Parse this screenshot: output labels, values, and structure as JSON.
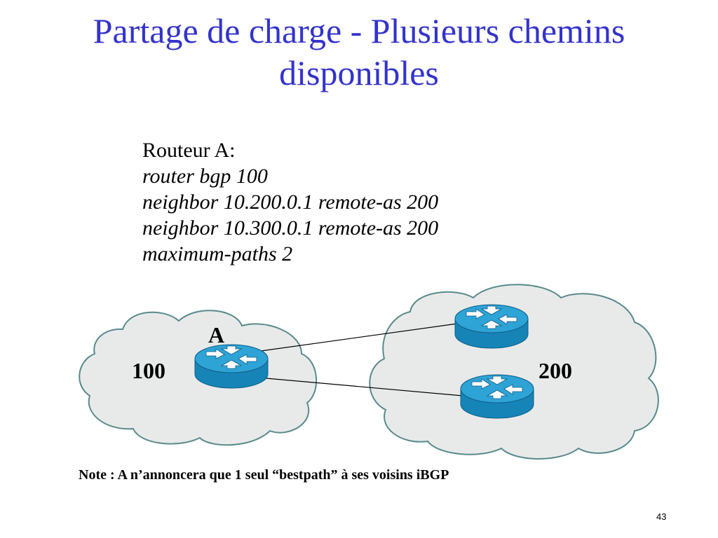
{
  "slide": {
    "title_line1": "Partage de charge - Plusieurs chemins",
    "title_line2": "disponibles",
    "page_number": "43"
  },
  "config": {
    "heading": "Routeur A:",
    "commands": [
      "router bgp 100",
      "neighbor 10.200.0.1 remote-as 200",
      "neighbor 10.300.0.1 remote-as 200",
      "maximum-paths 2"
    ]
  },
  "diagram": {
    "router_a_label": "A",
    "as_left": "100",
    "as_right": "200",
    "cloud_fill": "#e8eaea",
    "cloud_stroke": "#5a8a8a",
    "router_color": "#1a8fc0"
  },
  "note": "Note : A n’annoncera que 1 seul “bestpath” à ses voisins iBGP"
}
